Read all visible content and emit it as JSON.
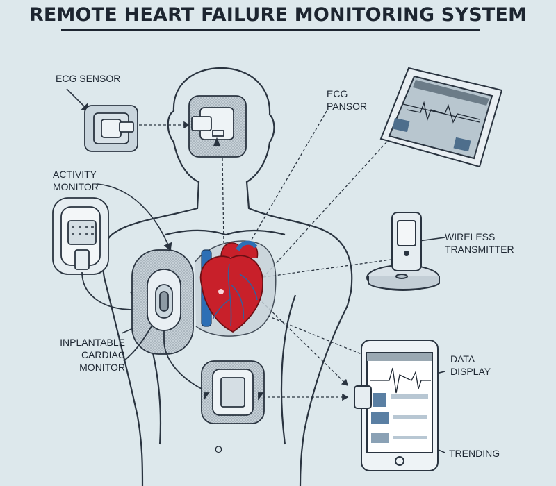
{
  "title": "REMOTE HEART FAILURE MONITORING SYSTEM",
  "labels": {
    "ecg_sensor": "ECG SENSOR",
    "ecg_pansor": [
      "ECG",
      "PANSOR"
    ],
    "activity_monitor": [
      "ACTIVITY",
      "MONITOR"
    ],
    "wireless_transmitter": [
      "WIRELESS",
      "TRANSMITTER"
    ],
    "implantable_monitor": [
      "INPLANTABLE",
      "CARDIAC",
      "MONITOR"
    ],
    "data_display": [
      "DATA",
      "DISPLAY"
    ],
    "trending": "TRENDING",
    "bottom_mark": "O"
  },
  "colors": {
    "background": "#dde8ec",
    "line": "#2a3440",
    "heart_red": "#c8202a",
    "vessel_blue": "#2d6fb5",
    "patch_fill": "#b9c6cf"
  }
}
